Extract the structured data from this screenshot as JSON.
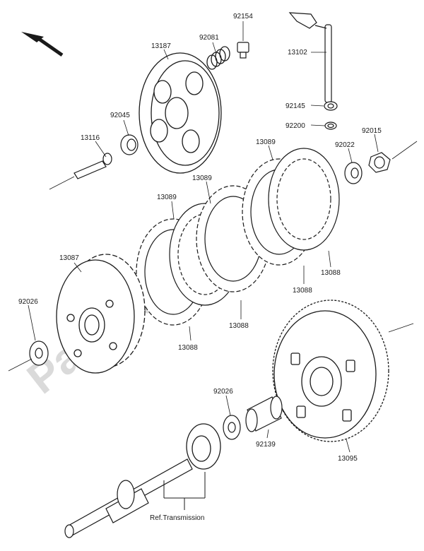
{
  "diagram": {
    "watermark": "PartsRepublik",
    "reference_label": "Ref.Transmission",
    "orientation_arrow": "front-arrow-icon",
    "part_numbers": [
      "92154",
      "92081",
      "13187",
      "13102",
      "92045",
      "13116",
      "92145",
      "92200",
      "92015",
      "92022",
      "13089",
      "13089",
      "13089",
      "13087",
      "13088",
      "13088",
      "13088",
      "13088",
      "92026",
      "92026",
      "92139",
      "13095"
    ],
    "colors": {
      "line": "#1a1a1a",
      "watermark": "#bdbdbd",
      "background": "#ffffff"
    }
  }
}
